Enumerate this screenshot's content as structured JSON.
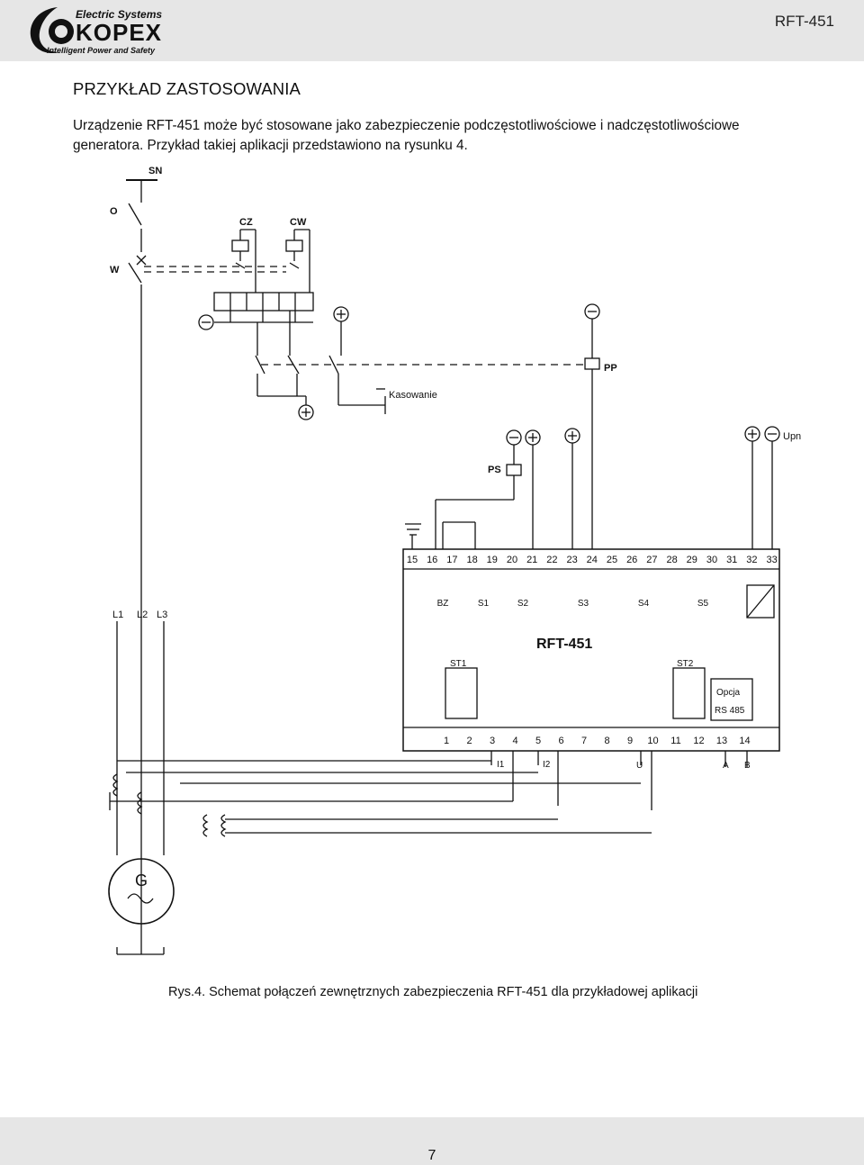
{
  "header": {
    "logo_tagline_top": "Electric Systems",
    "logo_brand": "KOPEX",
    "logo_tagline_bottom": "Intelligent Power and Safety",
    "doc_code": "RFT-451"
  },
  "section": {
    "title": "PRZYKŁAD ZASTOSOWANIA",
    "line1": "Urządzenie RFT-451 może być stosowane  jako zabezpieczenie podczęstotliwościowe i nadczęstotliwościowe",
    "line2": "generatora. Przykład takiej aplikacji  przedstawiono na  rysunku 4."
  },
  "schematic": {
    "device_label": "RFT-451",
    "labels": {
      "sn": "SN",
      "o": "O",
      "w": "W",
      "cz": "CZ",
      "cw": "CW",
      "pp": "PP",
      "kasowanie": "Kasowanie",
      "ps": "PS",
      "upn": "Upn",
      "st1": "ST1",
      "st2": "ST2",
      "opcja": "Opcja",
      "rs485": "RS 485",
      "l1": "L1",
      "l2": "L2",
      "l3": "L3",
      "i1": "I1",
      "i2": "I2",
      "u": "U",
      "a": "A",
      "b": "B",
      "gen": "G"
    },
    "top_terminals": [
      "15",
      "16",
      "17",
      "18",
      "19",
      "20",
      "21",
      "22",
      "23",
      "24",
      "25",
      "26",
      "27",
      "28",
      "29",
      "30",
      "31",
      "32",
      "33"
    ],
    "bottom_terminals": [
      "1",
      "2",
      "3",
      "4",
      "5",
      "6",
      "7",
      "8",
      "9",
      "10",
      "11",
      "12",
      "13",
      "14"
    ],
    "relays": [
      "BZ",
      "S1",
      "S2",
      "S3",
      "S4",
      "S5"
    ]
  },
  "caption": "Rys.4. Schemat połączeń  zewnętrznych zabezpieczenia RFT-451  dla przykładowej aplikacji",
  "footer": {
    "page_number": "7"
  }
}
